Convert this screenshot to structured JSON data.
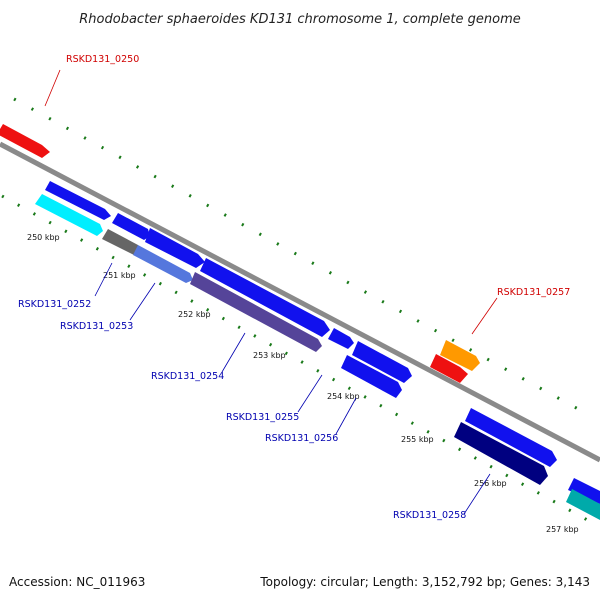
{
  "title": "Rhodobacter sphaeroides KD131 chromosome 1, complete genome",
  "footer": {
    "accession": "Accession: NC_011963",
    "summary": "Topology: circular; Length: 3,152,792 bp; Genes: 3,143"
  },
  "colors": {
    "backbone": "#8a8a8a",
    "tick": "#1a7a1a",
    "label_forward": "#d00000",
    "label_reverse": "#0000b0"
  },
  "ticks": [
    "250 kbp",
    "251 kbp",
    "252 kbp",
    "253 kbp",
    "254 kbp",
    "255 kbp",
    "256 kbp",
    "257 kbp"
  ],
  "genes": [
    {
      "id": "RSKD131_0250",
      "color": "#ee1111",
      "labeled": true
    },
    {
      "id": "RSKD131_0257",
      "color": "#ff9900",
      "labeled": true
    },
    {
      "id": "RSKD131_0252",
      "color": "#666666",
      "labeled": true
    },
    {
      "id": "RSKD131_0253",
      "color": "#5577dd",
      "labeled": true
    },
    {
      "id": "RSKD131_0254",
      "color": "#554499",
      "labeled": true
    },
    {
      "id": "RSKD131_0255",
      "color": "#1111ee",
      "labeled": true
    },
    {
      "id": "RSKD131_0256",
      "color": "#1111ee",
      "labeled": true
    },
    {
      "id": "RSKD131_0258",
      "color": "#000080",
      "labeled": true
    }
  ]
}
